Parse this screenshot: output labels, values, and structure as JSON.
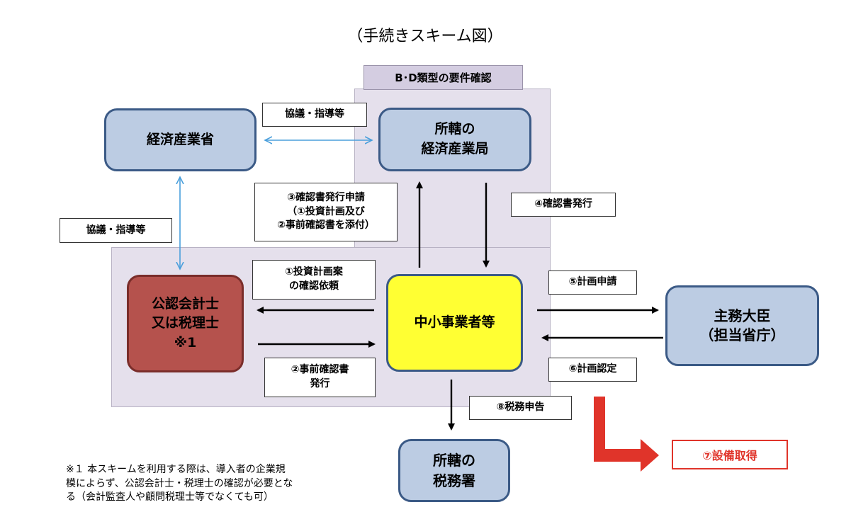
{
  "title": "（手続きスキーム図）",
  "region_label": "B･D類型の要件確認",
  "nodes": {
    "meti": "経済産業省",
    "regional_bureau": "所轄の\n経済産業局",
    "accountant": "公認会計士\n又は税理士\n※1",
    "sme": "中小事業者等",
    "minister": "主務大臣\n（担当省庁）",
    "tax_office": "所轄の\n税務署"
  },
  "steps": {
    "consult_top": "協議・指導等",
    "consult_left": "協議・指導等",
    "step1": "①投資計画案\nの確認依頼",
    "step2": "②事前確認書\n発行",
    "step3": "③確認書発行申請\n（①投資計画及び\n②事前確認書を添付）",
    "step4": "④確認書発行",
    "step5": "⑤計画申請",
    "step6": "⑥計画認定",
    "step7": "⑦設備取得",
    "step8": "⑧税務申告"
  },
  "footnote": "※１ 本スキームを利用する際は、導入者の企業規\n模によらず、公認会計士・税理士の確認が必要とな\nる（会計監査人や顧問税理士等でなくても可）",
  "colors": {
    "node_fill": "#bccce3",
    "node_border": "#3b5a86",
    "accountant_fill": "#b5524d",
    "sme_fill": "#ffff33",
    "region_fill": "#e5e0ec",
    "consult_arrow": "#4a9fdc",
    "equip_arrow": "#e0342a"
  }
}
